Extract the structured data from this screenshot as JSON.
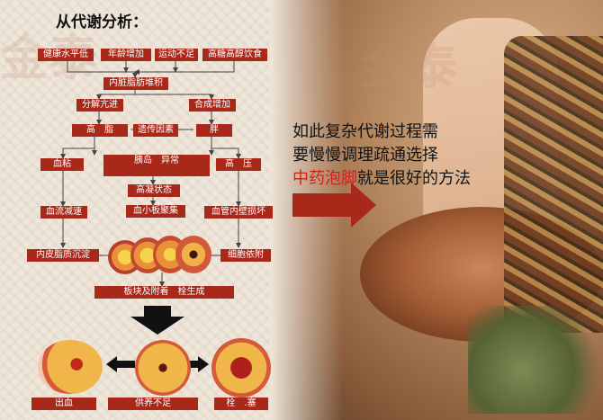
{
  "title": "从代谢分析：",
  "boxes": {
    "health": "健康水平低",
    "age": "年龄增加",
    "exercise": "运动不足",
    "diet": "高糖高醇饮食",
    "visceral": "内脏脂肪堆积",
    "decompose": "分解亢进",
    "synthesis": "合成增加",
    "lipid": "高　脂",
    "genetic": "遗传因素",
    "fat": "胖",
    "viscosity": "血粘",
    "pancreas": "胰岛　异常",
    "hbp": "高　压",
    "coag": "高凝状态",
    "slowflow": "血流减速",
    "platelet": "血小板聚集",
    "wall": "血管内壁损坏",
    "deposit": "内皮脂质沉淀",
    "cells": "细胞依附",
    "plaque": "板块及附着　栓生成",
    "bleed": "出血",
    "supply": "供养不足",
    "embolism": "栓　.塞"
  },
  "message": {
    "line1": "如此复杂代谢过程需",
    "line2": "要慢慢调理疏通选择",
    "highlight": "中药泡脚",
    "rest": "就是很好的方法"
  },
  "colors": {
    "box": "#a8281a",
    "highlight": "#d0201a",
    "arrow": "#a8281a"
  }
}
